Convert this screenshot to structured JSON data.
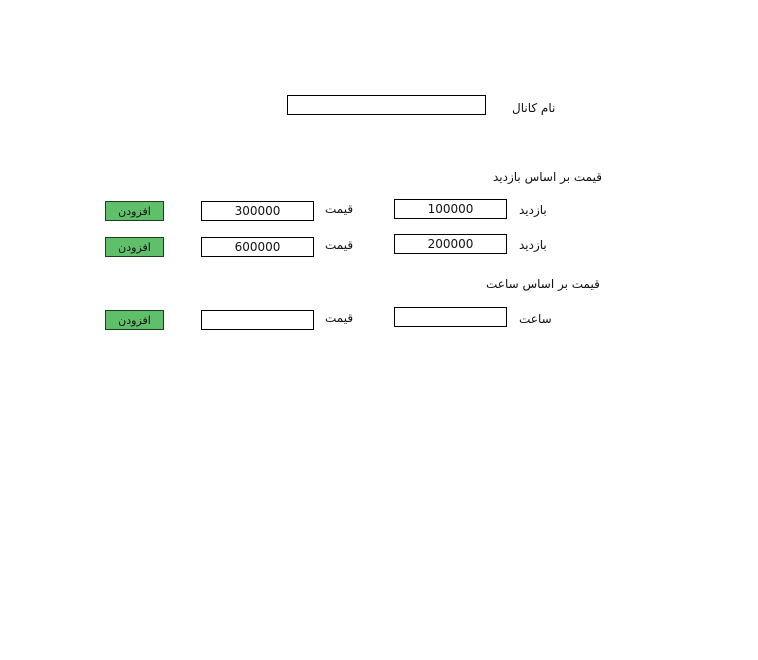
{
  "channel": {
    "label": "نام کانال",
    "value": ""
  },
  "views_section": {
    "title": "قیمت بر اساس بازدید",
    "rows": [
      {
        "views_label": "بازدید",
        "views_value": "100000",
        "price_label": "قیمت",
        "price_value": "300000",
        "add_label": "افزودن"
      },
      {
        "views_label": "بازدید",
        "views_value": "200000",
        "price_label": "قیمت",
        "price_value": "600000",
        "add_label": "افزودن"
      }
    ]
  },
  "hours_section": {
    "title": "قیمت بر اساس ساعت",
    "row": {
      "hour_label": "ساعت",
      "hour_value": "",
      "price_label": "قیمت",
      "price_value": "",
      "add_label": "افزودن"
    }
  },
  "colors": {
    "add_button": "#5fbf6a",
    "border": "#000000"
  }
}
